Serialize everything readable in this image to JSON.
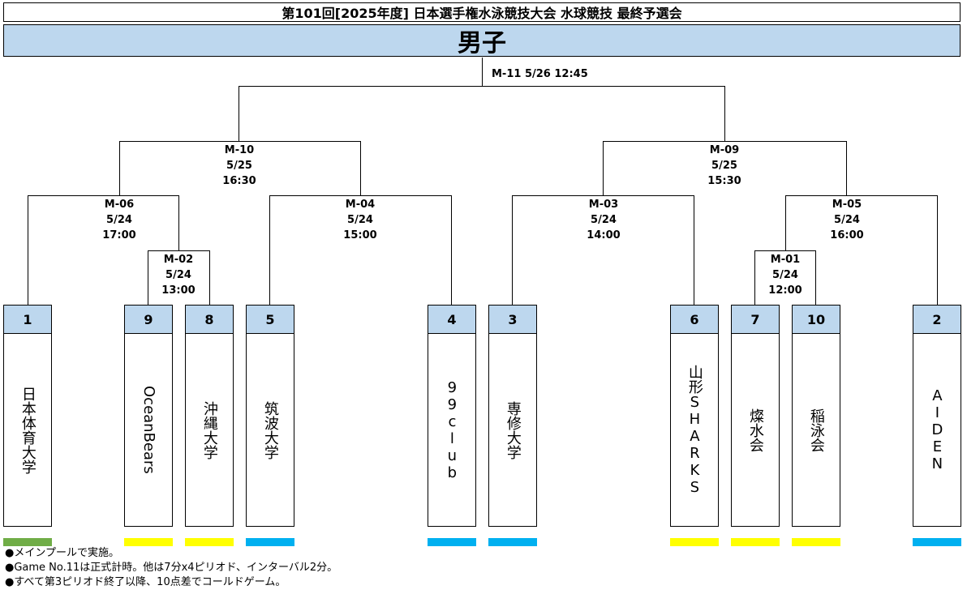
{
  "title": "第101回[2025年度] 日本選手権水泳競技大会 水球競技 最終予選会",
  "gender": "男子",
  "matches": [
    {
      "id": "m11",
      "lines": [
        "M-11 5/26 12:45"
      ]
    },
    {
      "id": "m10",
      "lines": [
        "M-10",
        "5/25",
        "16:30"
      ]
    },
    {
      "id": "m09",
      "lines": [
        "M-09",
        "5/25",
        "15:30"
      ]
    },
    {
      "id": "m06",
      "lines": [
        "M-06",
        "5/24",
        "17:00"
      ]
    },
    {
      "id": "m04",
      "lines": [
        "M-04",
        "5/24",
        "15:00"
      ]
    },
    {
      "id": "m03",
      "lines": [
        "M-03",
        "5/24",
        "14:00"
      ]
    },
    {
      "id": "m05",
      "lines": [
        "M-05",
        "5/24",
        "16:00"
      ]
    },
    {
      "id": "m02",
      "lines": [
        "M-02",
        "5/24",
        "13:00"
      ]
    },
    {
      "id": "m01",
      "lines": [
        "M-01",
        "5/24",
        "12:00"
      ]
    }
  ],
  "teams": [
    {
      "seed": "1",
      "name": "日本体育大学",
      "color": "#70ad47",
      "latin": false
    },
    {
      "seed": "9",
      "name": "OceanBears",
      "color": "#ffff00",
      "latin": true
    },
    {
      "seed": "8",
      "name": "沖縄大学",
      "color": "#ffff00",
      "latin": false
    },
    {
      "seed": "5",
      "name": "筑波大学",
      "color": "#00b0f0",
      "latin": false
    },
    {
      "seed": "4",
      "name": "99club",
      "color": "#00b0f0",
      "latin": false
    },
    {
      "seed": "3",
      "name": "専修大学",
      "color": "#00b0f0",
      "latin": false
    },
    {
      "seed": "6",
      "name": "山形SHARKS",
      "color": "#ffff00",
      "latin": false
    },
    {
      "seed": "7",
      "name": "燦水会",
      "color": "#ffff00",
      "latin": false
    },
    {
      "seed": "10",
      "name": "稲泳会",
      "color": "#ffff00",
      "latin": false
    },
    {
      "seed": "2",
      "name": "AIDEN",
      "color": "#00b0f0",
      "latin": false
    }
  ],
  "notes": [
    "●メインプールで実施。",
    "●Game No.11は正式計時。他は7分x4ピリオド、インターバル2分。",
    "●すべて第3ピリオド終了以降、10点差でコールドゲーム。"
  ]
}
